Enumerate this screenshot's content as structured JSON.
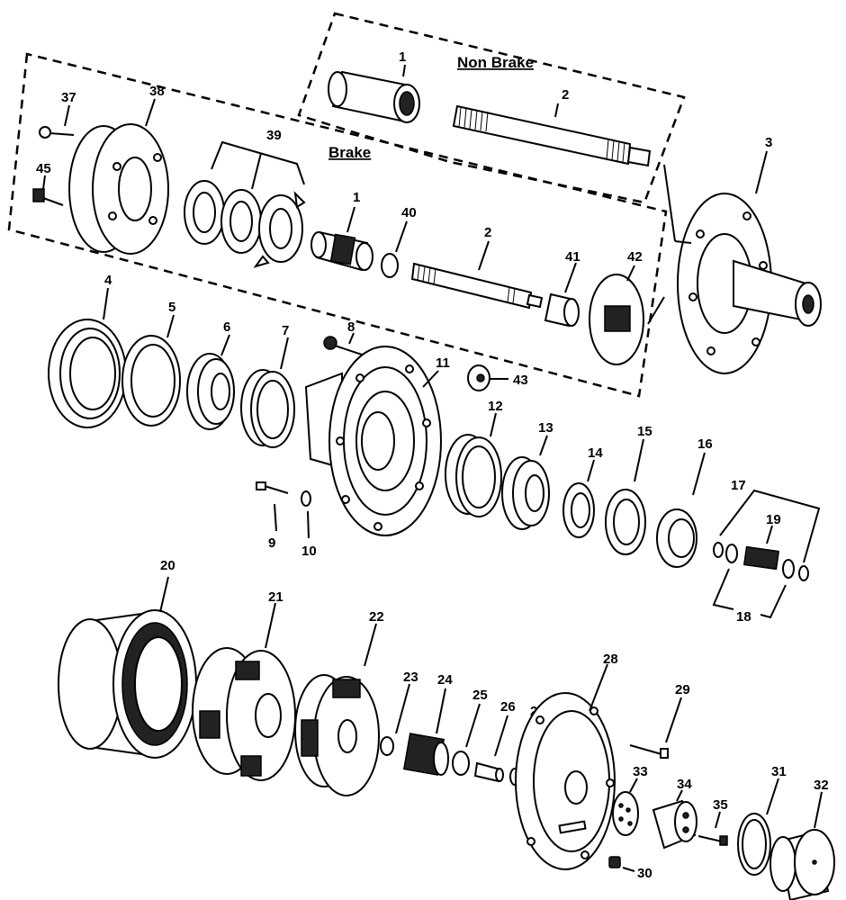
{
  "groups": {
    "non_brake": "Non Brake",
    "brake": "Brake"
  },
  "callouts": {
    "p1_nb": "1",
    "p2_nb": "2",
    "p3": "3",
    "p4": "4",
    "p5": "5",
    "p6": "6",
    "p7": "7",
    "p8": "8",
    "p9": "9",
    "p10": "10",
    "p11": "11",
    "p12": "12",
    "p13": "13",
    "p14": "14",
    "p15": "15",
    "p16": "16",
    "p17": "17",
    "p18": "18",
    "p19": "19",
    "p20": "20",
    "p21": "21",
    "p22": "22",
    "p23": "23",
    "p24": "24",
    "p25": "25",
    "p26": "26",
    "p27": "27",
    "p28": "28",
    "p29": "29",
    "p30": "30",
    "p31": "31",
    "p32": "32",
    "p33": "33",
    "p34": "34",
    "p35": "35",
    "p37": "37",
    "p38": "38",
    "p39": "39",
    "p40": "40",
    "p41": "41",
    "p42": "42",
    "p43": "43",
    "p45": "45",
    "p1_b": "1",
    "p2_b": "2"
  }
}
